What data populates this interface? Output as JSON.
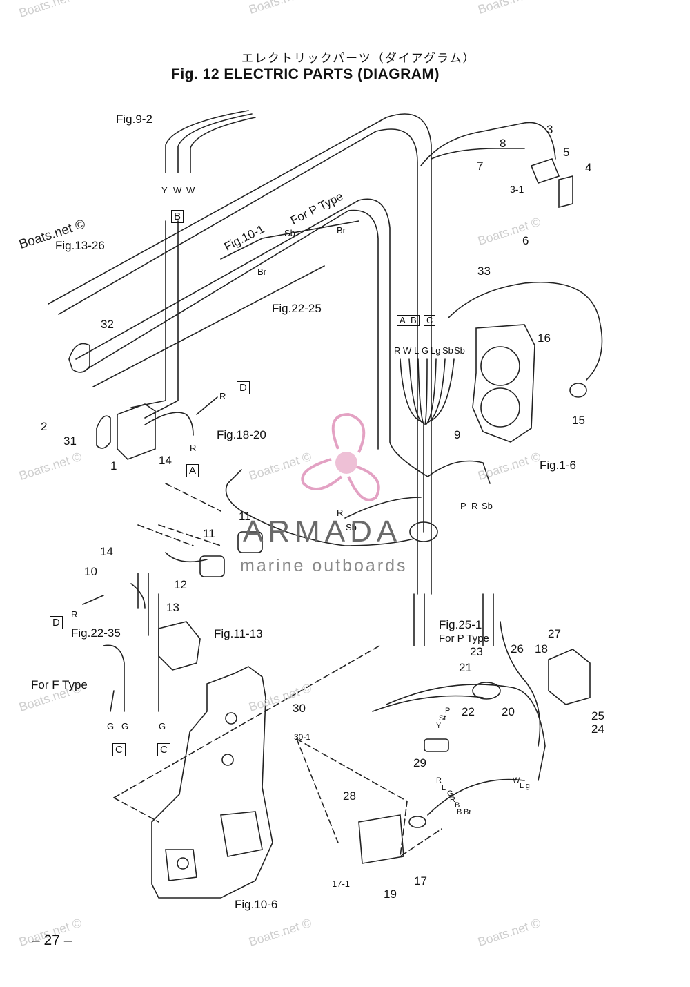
{
  "header": {
    "japanese_title": "エレクトリックパーツ（ダイアグラム）",
    "title": "Fig. 12   ELECTRIC PARTS (DIAGRAM)"
  },
  "watermark": {
    "site": "Boats.net ©",
    "site_short": "Boats.net",
    "brand": "ARMADA",
    "tagline": "marine outboards"
  },
  "refs": {
    "fig9_2": "Fig.9-2",
    "fig13_26": "Fig.13-26",
    "fig10_1": "Fig.10-1",
    "for_p_type": "For P Type",
    "fig22_25": "Fig.22-25",
    "fig18_20": "Fig.18-20",
    "fig1_6": "Fig.1-6",
    "fig11_13": "Fig.11-13",
    "fig22_35": "Fig.22-35",
    "for_f_type": "For F Type",
    "fig25_1": "Fig.25-1",
    "for_p_type_2": "For P Type",
    "fig10_6": "Fig.10-6"
  },
  "boxes": {
    "a": "A",
    "b": "B",
    "c": "C",
    "d": "D"
  },
  "wires": {
    "y": "Y",
    "w": "W",
    "r": "R",
    "sb": "Sb",
    "br": "Br",
    "p": "P",
    "l": "L",
    "g": "G",
    "lg": "Lg",
    "st": "St",
    "b": "B",
    "wl": "W",
    "lg_small": "L g"
  },
  "parts": [
    "1",
    "2",
    "3",
    "3-1",
    "4",
    "5",
    "6",
    "7",
    "8",
    "9",
    "10",
    "11",
    "12",
    "13",
    "14",
    "15",
    "16",
    "17",
    "17-1",
    "18",
    "19",
    "20",
    "21",
    "22",
    "23",
    "24",
    "25",
    "26",
    "27",
    "28",
    "29",
    "30",
    "30-1",
    "31",
    "32",
    "33"
  ],
  "page_number": "– 27 –"
}
